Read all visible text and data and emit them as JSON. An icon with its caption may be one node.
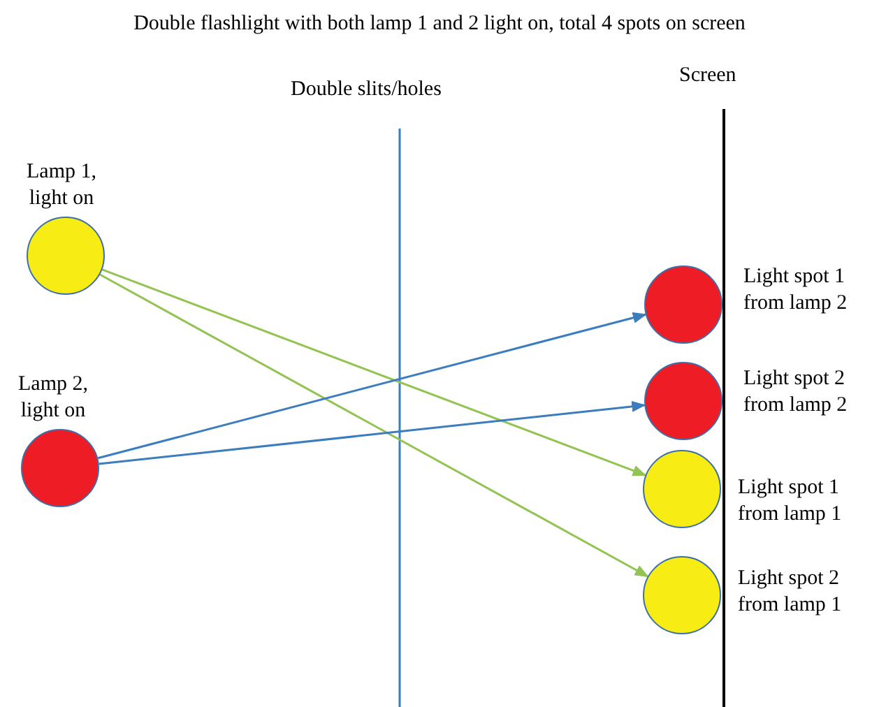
{
  "diagram": {
    "title": "Double flashlight with both lamp 1 and 2 light on, total 4 spots on screen",
    "nodes": [
      {
        "text": [
          "Lamp 1, light on"
        ]
      },
      {
        "text": [
          "Lamp 2, light on"
        ]
      },
      {
        "text": [
          "Light spot 1 from lamp 2"
        ]
      },
      {
        "text": [
          "Light spot 2 from lamp 2"
        ]
      },
      {
        "text": [
          "Light spot 1 from lamp 1"
        ]
      },
      {
        "text": [
          "Light spot 2 from lamp 1"
        ]
      }
    ],
    "edges": [
      {
        "from": 0,
        "to": 4,
        "arrow": "to",
        "color": "#92c353"
      },
      {
        "from": 0,
        "to": 5,
        "arrow": "to",
        "color": "#92c353"
      },
      {
        "from": 1,
        "to": 2,
        "arrow": "to",
        "color": "#3b7dbd"
      },
      {
        "from": 1,
        "to": 3,
        "arrow": "to",
        "color": "#3b7dbd"
      }
    ],
    "labels": [
      "Double slits/holes",
      "Screen"
    ]
  }
}
